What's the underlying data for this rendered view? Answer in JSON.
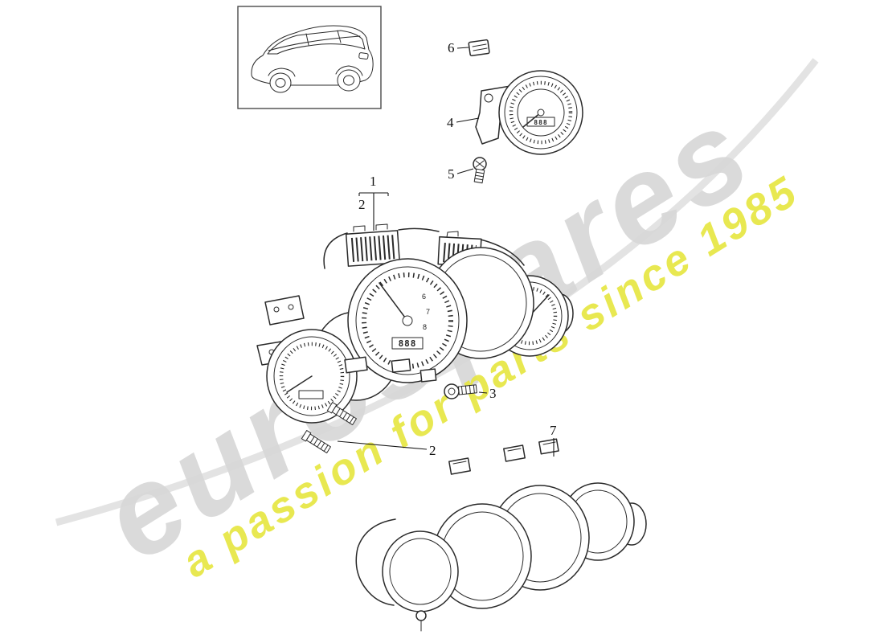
{
  "watermark": {
    "brand": "eurospares",
    "tagline": "a passion for parts since 1985",
    "brand_color": "#d7d7d7",
    "tagline_color": "#e7e743"
  },
  "callouts": {
    "c1": {
      "label": "1"
    },
    "c2a": {
      "label": "2"
    },
    "c2b": {
      "label": "2"
    },
    "c3": {
      "label": "3"
    },
    "c4": {
      "label": "4"
    },
    "c5": {
      "label": "5"
    },
    "c6": {
      "label": "6"
    },
    "c7": {
      "label": "7"
    }
  },
  "cluster": {
    "odometer": "888",
    "dial_digits": [
      "6",
      "7",
      "8"
    ]
  },
  "aux_gauge": {
    "display": "888"
  }
}
